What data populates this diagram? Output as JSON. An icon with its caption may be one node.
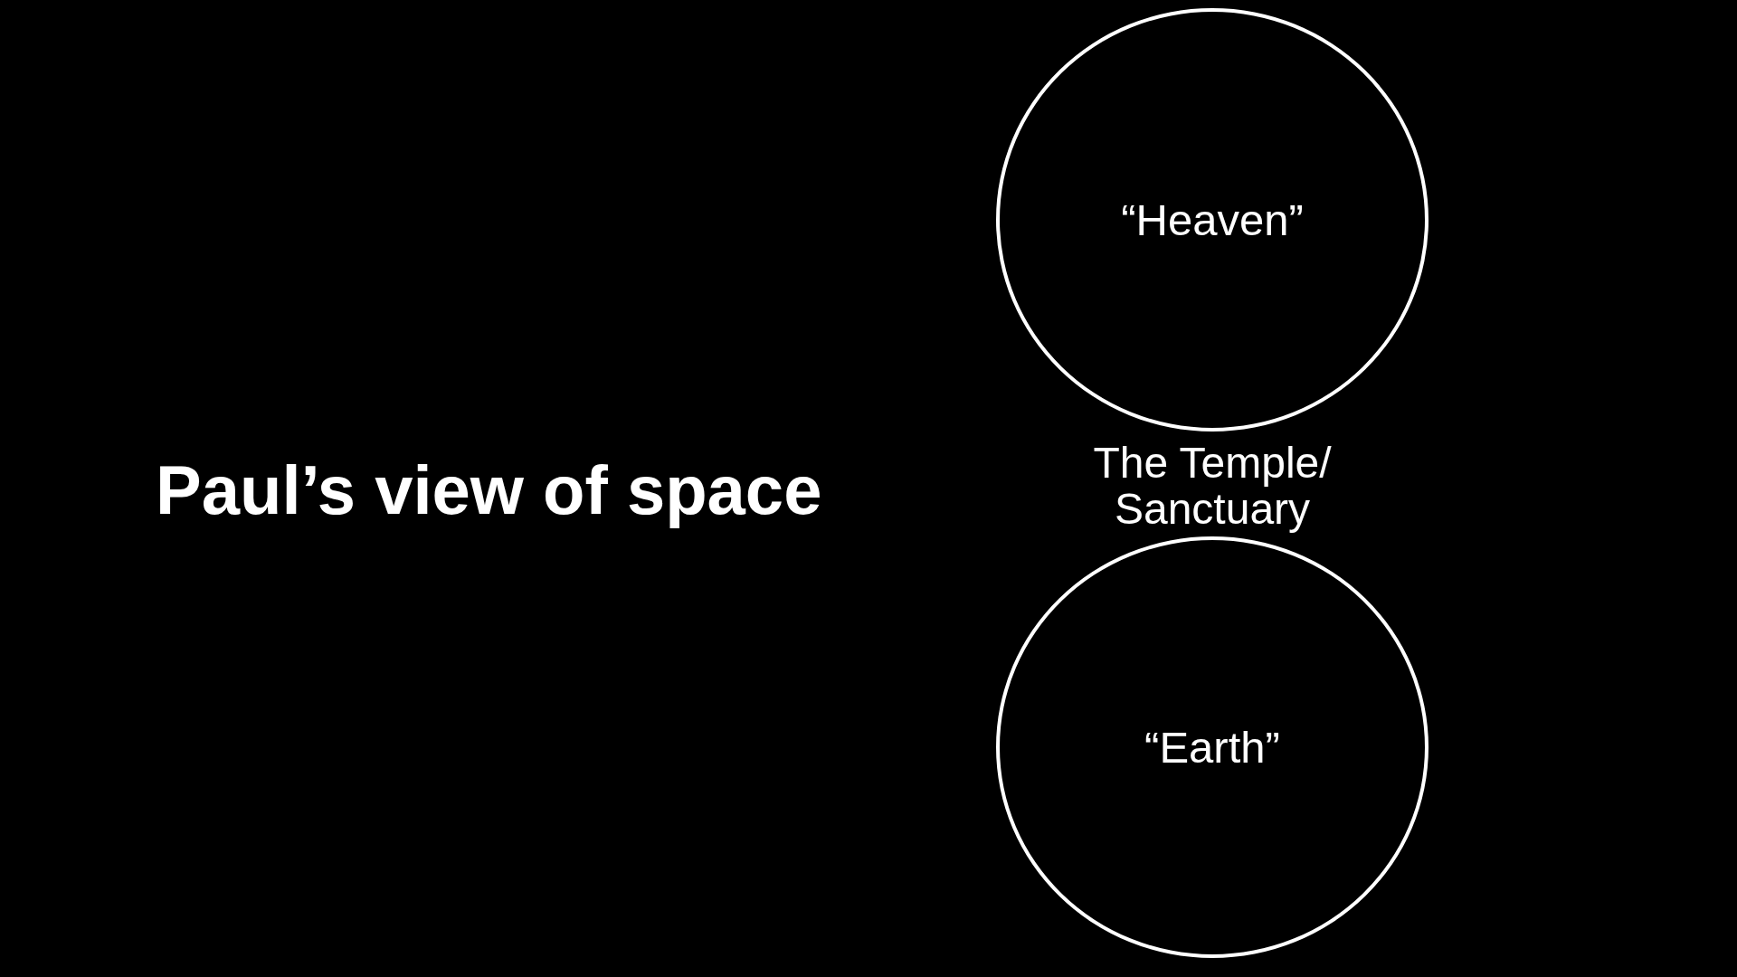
{
  "diagram": {
    "title": "Paul’s view of space",
    "nodes": [
      {
        "text": [
          "“Heaven”"
        ]
      },
      {
        "text": [
          "“Earth”"
        ]
      }
    ],
    "labels": [
      "The Temple/ Sanctuary"
    ]
  }
}
